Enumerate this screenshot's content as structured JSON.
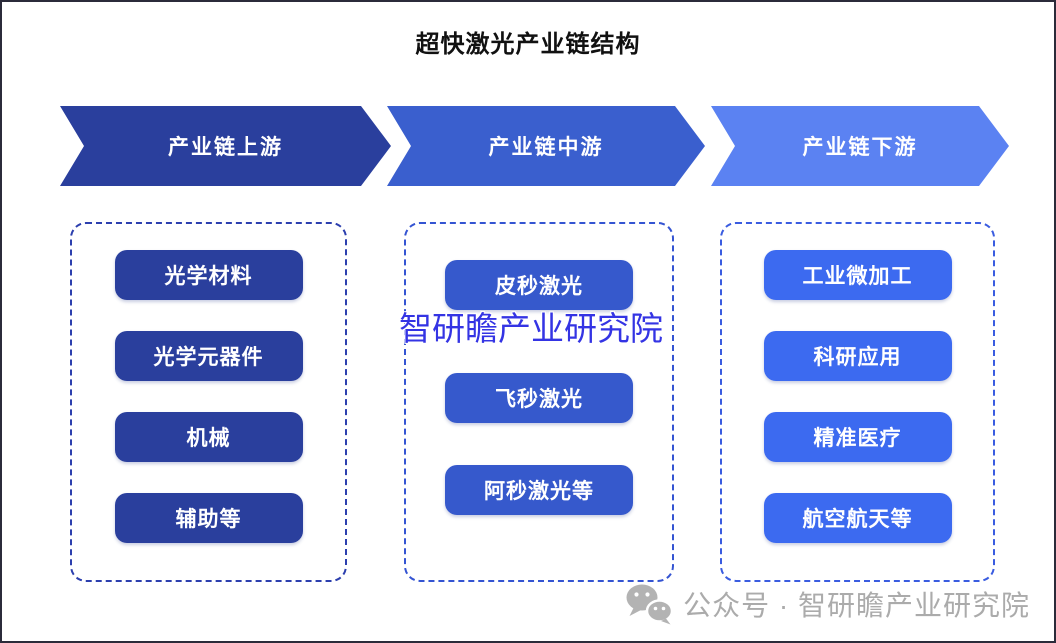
{
  "title": "超快激光产业链结构",
  "stages": [
    {
      "label": "产业链上游",
      "color": "#2a3f9d"
    },
    {
      "label": "产业链中游",
      "color": "#3a5fce"
    },
    {
      "label": "产业链下游",
      "color": "#5b82f2"
    }
  ],
  "columns": [
    {
      "stage": "产业链上游",
      "box_color": "#2a3f9d",
      "border_color": "#2c3fae",
      "items": [
        "光学材料",
        "光学元器件",
        "机械",
        "辅助等"
      ]
    },
    {
      "stage": "产业链中游",
      "box_color": "#3659cc",
      "border_color": "#3454d2",
      "items": [
        "皮秒激光",
        "飞秒激光",
        "阿秒激光等"
      ]
    },
    {
      "stage": "产业链下游",
      "box_color": "#3c6af0",
      "border_color": "#3a5ce0",
      "items": [
        "工业微加工",
        "科研应用",
        "精准医疗",
        "航空航天等"
      ]
    }
  ],
  "watermark": {
    "text": "智研瞻产业研究院",
    "color": "#3434e4"
  },
  "footer": {
    "text": "公众号 · 智研瞻产业研究院",
    "icon": "wechat-icon",
    "color": "#ababab"
  }
}
